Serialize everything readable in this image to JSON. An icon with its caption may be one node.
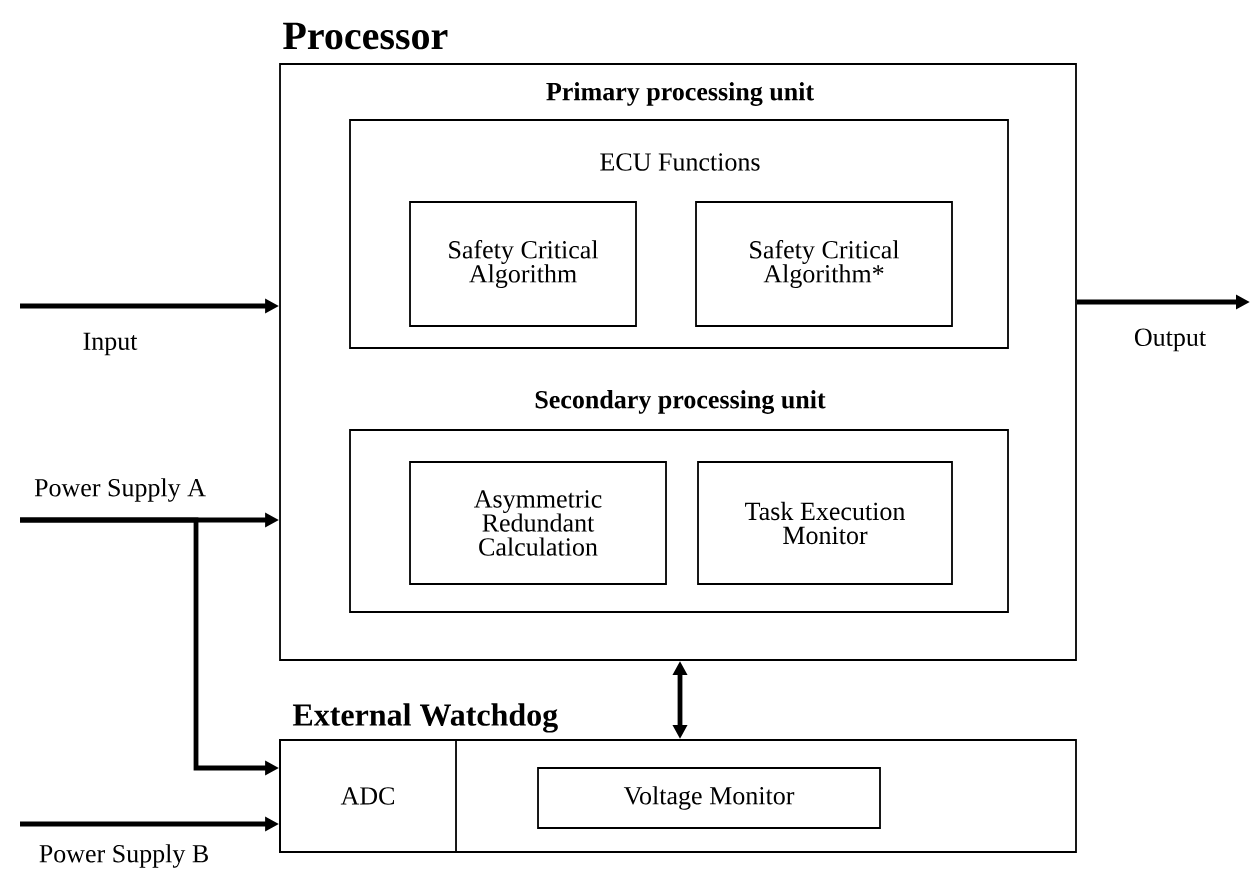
{
  "diagram": {
    "nodes": [
      {
        "text": [
          "Processor"
        ]
      },
      {
        "text": [
          "Primary processing unit",
          "ECU Functions"
        ],
        "in": 0
      },
      {
        "text": [
          "Safety Critical Algorithm"
        ],
        "in": 1
      },
      {
        "text": [
          "Safety Critical Algorithm*"
        ],
        "in": 1
      },
      {
        "text": [
          "Secondary processing unit"
        ],
        "in": 0
      },
      {
        "text": [
          "Asymmetric Redundant Calculation"
        ],
        "in": 4
      },
      {
        "text": [
          "Task Execution Monitor"
        ],
        "in": 4
      },
      {
        "text": [
          "External Watchdog"
        ]
      },
      {
        "text": [
          "ADC"
        ],
        "in": 7
      },
      {
        "text": [
          "Voltage Monitor"
        ],
        "in": 7
      }
    ],
    "edges": [
      {
        "from": null,
        "to": 0,
        "arrow": "to",
        "label": "Input"
      },
      {
        "from": 0,
        "to": null,
        "arrow": "to",
        "label": "Output"
      },
      {
        "from": null,
        "to": 0,
        "arrow": "to",
        "label": "Power Supply A"
      },
      {
        "from": null,
        "to": 8,
        "arrow": "to"
      },
      {
        "from": null,
        "to": 8,
        "arrow": "to",
        "label": "Power Supply B"
      },
      {
        "from": 0,
        "to": 7,
        "arrow": "both"
      }
    ]
  }
}
